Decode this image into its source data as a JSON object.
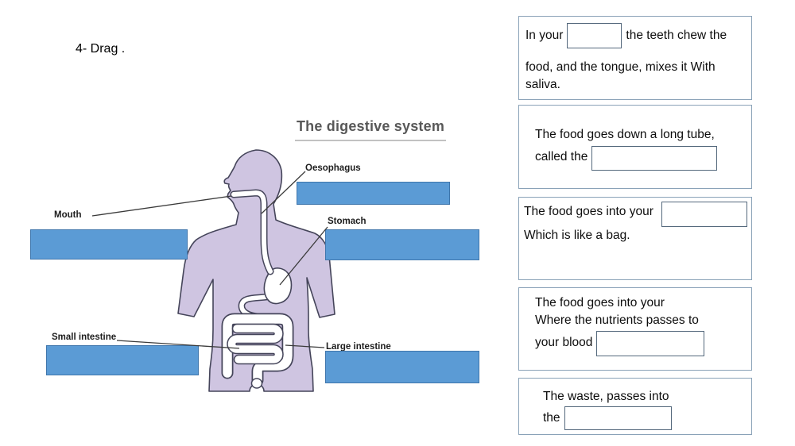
{
  "page": {
    "title": "4- Drag ."
  },
  "diagram": {
    "title": "The digestive system",
    "labels": {
      "oesophagus": "Oesophagus",
      "mouth": "Mouth",
      "stomach": "Stomach",
      "small_intestine": "Small intestine",
      "large_intestine": "Large intestine"
    },
    "colors": {
      "drop_zone_fill": "#5b9bd5",
      "drop_zone_border": "#3f76ac",
      "body_fill": "#cfc5e1",
      "body_outline": "#45455a",
      "organ_fill": "#ffffff"
    }
  },
  "questions": [
    {
      "line1_pre": "In your",
      "line1_post": "the teeth chew the",
      "line2": "food, and the tongue, mixes it With",
      "line3": "saliva."
    },
    {
      "line1": "The food goes down a long tube,",
      "line2_pre": "called the"
    },
    {
      "line1_pre": "The food goes into your",
      "line2": "Which is like a bag."
    },
    {
      "line1": "The food goes into your",
      "line2": "Where the nutrients passes to",
      "line3_pre": "your blood"
    },
    {
      "line1": "The waste, passes into",
      "line2_pre": "the"
    }
  ]
}
